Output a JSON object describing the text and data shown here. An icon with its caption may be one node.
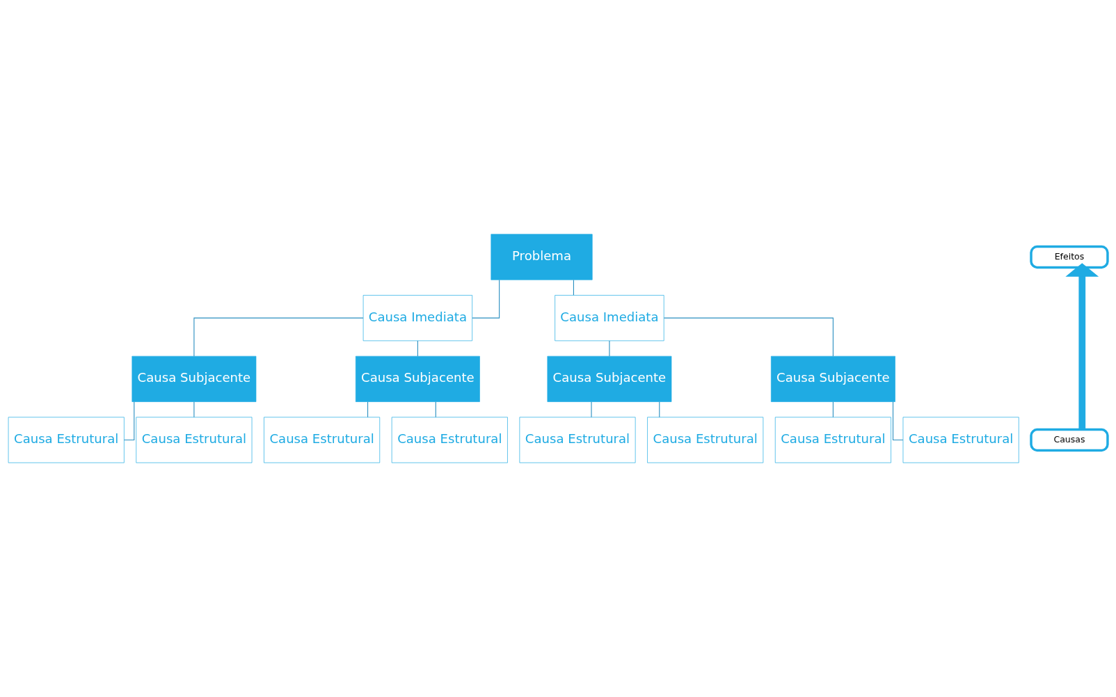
{
  "diagram": {
    "nodes": [
      {
        "text": [
          "Problema"
        ]
      },
      {
        "text": [
          "Causa Imediata"
        ]
      },
      {
        "text": [
          "Causa Imediata"
        ]
      },
      {
        "text": [
          "Causa Subjacente"
        ]
      },
      {
        "text": [
          "Causa Subjacente"
        ]
      },
      {
        "text": [
          "Causa Subjacente"
        ]
      },
      {
        "text": [
          "Causa Subjacente"
        ]
      },
      {
        "text": [
          "Causa Estrutural"
        ]
      },
      {
        "text": [
          "Causa Estrutural"
        ]
      },
      {
        "text": [
          "Causa Estrutural"
        ]
      },
      {
        "text": [
          "Causa Estrutural"
        ]
      },
      {
        "text": [
          "Causa Estrutural"
        ]
      },
      {
        "text": [
          "Causa Estrutural"
        ]
      },
      {
        "text": [
          "Causa Estrutural"
        ]
      },
      {
        "text": [
          "Causa Estrutural"
        ]
      },
      {
        "text": [
          "Efeitos"
        ]
      },
      {
        "text": [
          "Causas"
        ]
      }
    ],
    "edges": [
      {
        "from": 0,
        "to": 1,
        "arrow": "none"
      },
      {
        "from": 0,
        "to": 2,
        "arrow": "none"
      },
      {
        "from": 1,
        "to": 3,
        "arrow": "none"
      },
      {
        "from": 1,
        "to": 4,
        "arrow": "none"
      },
      {
        "from": 2,
        "to": 5,
        "arrow": "none"
      },
      {
        "from": 2,
        "to": 6,
        "arrow": "none"
      },
      {
        "from": 3,
        "to": 7,
        "arrow": "none"
      },
      {
        "from": 3,
        "to": 11,
        "arrow": "none"
      },
      {
        "from": 4,
        "to": 8,
        "arrow": "none"
      },
      {
        "from": 4,
        "to": 12,
        "arrow": "none"
      },
      {
        "from": 5,
        "to": 9,
        "arrow": "none"
      },
      {
        "from": 5,
        "to": 13,
        "arrow": "none"
      },
      {
        "from": 6,
        "to": 10,
        "arrow": "none"
      },
      {
        "from": 6,
        "to": 14,
        "arrow": "none"
      },
      {
        "from": 16,
        "to": 15,
        "arrow": "to",
        "style": "thick",
        "color": "#1fabe3"
      }
    ]
  }
}
